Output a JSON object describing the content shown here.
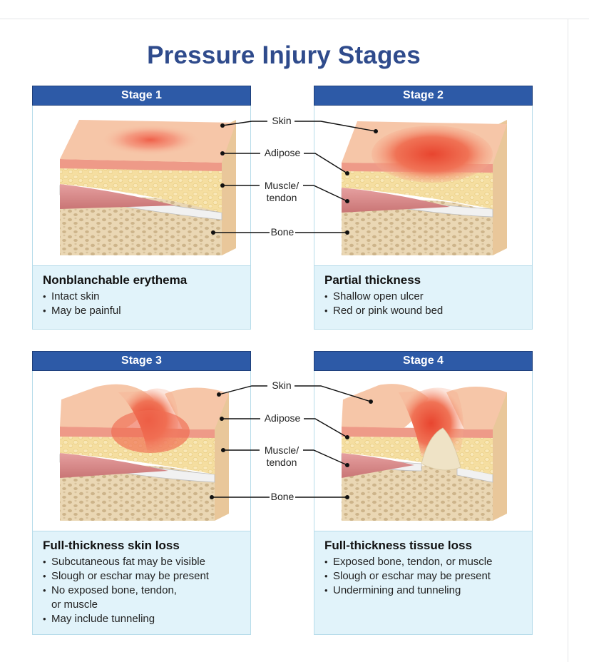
{
  "title": "Pressure Injury Stages",
  "layer_labels": {
    "skin": "Skin",
    "adipose": "Adipose",
    "muscle_line1": "Muscle/",
    "muscle_line2": "tendon",
    "bone": "Bone"
  },
  "stages": [
    {
      "header": "Stage 1",
      "heading": "Nonblanchable erythema",
      "bullets": [
        "Intact skin",
        "May be painful"
      ]
    },
    {
      "header": "Stage 2",
      "heading": "Partial thickness",
      "bullets": [
        "Shallow open ulcer",
        "Red or pink wound bed"
      ]
    },
    {
      "header": "Stage 3",
      "heading": "Full-thickness skin loss",
      "bullets": [
        "Subcutaneous fat may be visible",
        "Slough or eschar may be present",
        "No exposed bone, tendon,",
        "or muscle",
        "May include tunneling"
      ]
    },
    {
      "header": "Stage 4",
      "heading": "Full-thickness tissue loss",
      "bullets": [
        "Exposed bone, tendon, or muscle",
        "Slough or eschar may be present",
        "Undermining and tunneling"
      ]
    }
  ],
  "colors": {
    "header_blue": "#2d5aa7",
    "title_blue": "#2f4b8c",
    "desc_bg": "#e1f3fa",
    "skin": "#f6c6a8",
    "adipose": "#f5dea0",
    "muscle": "#d98c8c",
    "bone": "#e9d6b4",
    "wound": "#e8533c"
  }
}
